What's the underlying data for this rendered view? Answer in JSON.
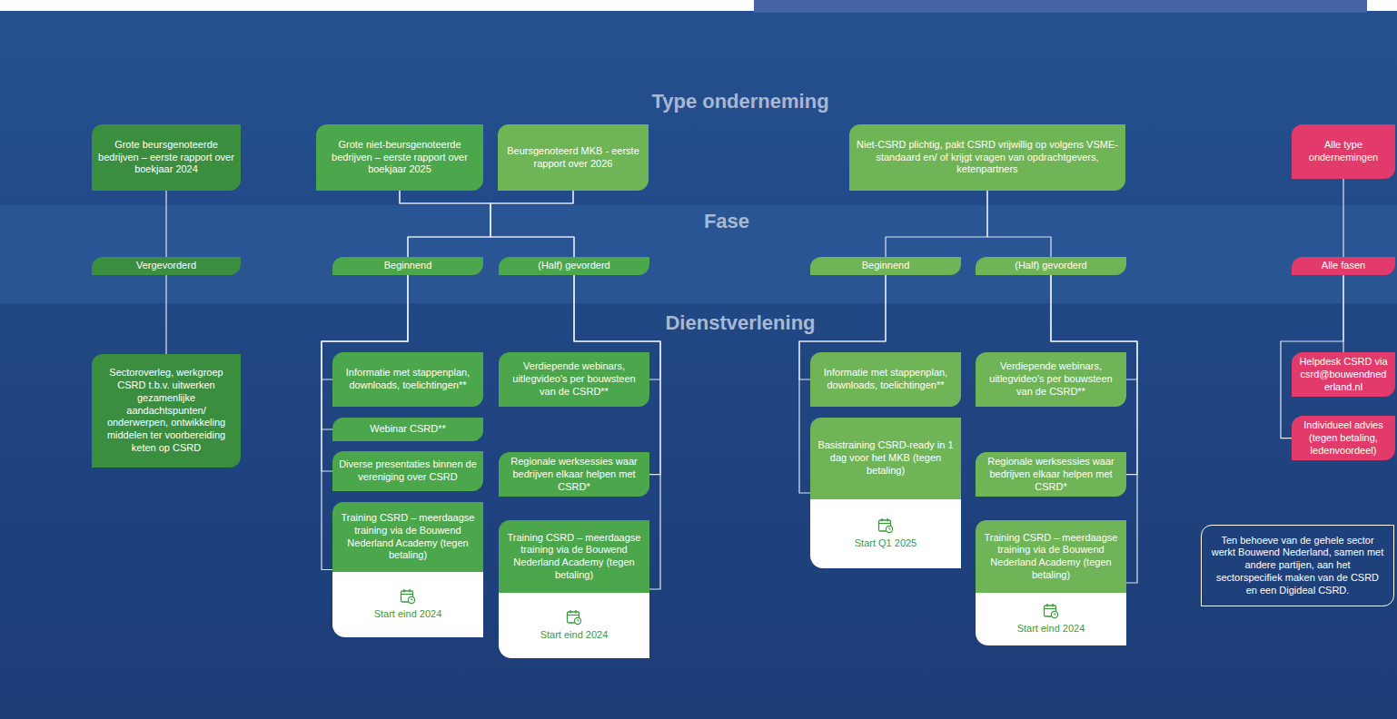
{
  "diagram": {
    "nodes": [
      {
        "text": [
          "Grote beursgenoteerde bedrijven – eerste rapport over boekjaar 2024"
        ]
      },
      {
        "text": [
          "Grote niet-beursgenoteerde bedrijven – eerste rapport over boekjaar 2025"
        ]
      },
      {
        "text": [
          "Beursgenoteerd MKB - eerste rapport over 2026"
        ]
      },
      {
        "text": [
          "Niet-CSRD plichtig, pakt CSRD vrijwillig op volgens VSME-standaard en/ of krijgt vragen van opdrachtgevers, ketenpartners"
        ]
      },
      {
        "text": [
          "Alle type ondernemingen"
        ]
      },
      {
        "text": [
          "Vergevorderd"
        ]
      },
      {
        "text": [
          "Beginnend"
        ]
      },
      {
        "text": [
          "(Half) gevorderd"
        ]
      },
      {
        "text": [
          "Beginnend"
        ]
      },
      {
        "text": [
          "(Half) gevorderd"
        ]
      },
      {
        "text": [
          "Alle fasen"
        ]
      },
      {
        "text": [
          "Sectoroverleg, werkgroep CSRD t.b.v. uitwerken gezamenlijke aandachtspunten/ onderwerpen, ontwikkeling middelen ter voorbereiding keten op CSRD"
        ]
      },
      {
        "text": [
          "Informatie met stappenplan, downloads, toelichtingen**"
        ]
      },
      {
        "text": [
          "Webinar CSRD**"
        ]
      },
      {
        "text": [
          "Diverse presentaties binnen de vereniging over CSRD"
        ]
      },
      {
        "text": [
          "Training CSRD – meerdaagse training via de Bouwend Nederland Academy (tegen betaling)",
          "Start eind 2024"
        ]
      },
      {
        "text": [
          "Verdiepende webinars, uitlegvideo's per bouwsteen van de CSRD**"
        ]
      },
      {
        "text": [
          "Regionale werksessies waar bedrijven elkaar helpen met CSRD*"
        ]
      },
      {
        "text": [
          "Training CSRD – meerdaagse training via de Bouwend Nederland Academy (tegen betaling)",
          "Start eind 2024"
        ]
      },
      {
        "text": [
          "Informatie met stappenplan, downloads, toelichtingen**"
        ]
      },
      {
        "text": [
          "Basistraining CSRD-ready in 1 dag voor het MKB (tegen betaling)",
          "Start Q1 2025"
        ]
      },
      {
        "text": [
          "Verdiepende webinars, uitlegvideo's per bouwsteen van de CSRD**"
        ]
      },
      {
        "text": [
          "Regionale werksessies waar bedrijven elkaar helpen met CSRD*"
        ]
      },
      {
        "text": [
          "Training CSRD – meerdaagse training via de Bouwend Nederland Academy (tegen betaling)",
          "Start eind 2024"
        ]
      },
      {
        "text": [
          "Helpdesk CSRD via csrd@bouwendnederland.nl"
        ]
      },
      {
        "text": [
          "Individueel advies (tegen betaling, ledenvoordeel)"
        ]
      },
      {
        "text": [
          "Ten behoeve van de gehele sector werkt Bouwend Nederland, samen met andere partijen, aan het sectorspecifiek maken van de CSRD en een Digideal CSRD."
        ]
      }
    ],
    "edges": [
      {
        "from": 0,
        "to": 5,
        "arrow": "none"
      },
      {
        "from": 5,
        "to": 11,
        "arrow": "none"
      },
      {
        "from": 1,
        "to": 6,
        "arrow": "none"
      },
      {
        "from": 1,
        "to": 7,
        "arrow": "none"
      },
      {
        "from": 2,
        "to": 6,
        "arrow": "none"
      },
      {
        "from": 2,
        "to": 7,
        "arrow": "none"
      },
      {
        "from": 6,
        "to": 12,
        "arrow": "none"
      },
      {
        "from": 6,
        "to": 13,
        "arrow": "none"
      },
      {
        "from": 6,
        "to": 14,
        "arrow": "none"
      },
      {
        "from": 6,
        "to": 15,
        "arrow": "none"
      },
      {
        "from": 7,
        "to": 16,
        "arrow": "none"
      },
      {
        "from": 7,
        "to": 17,
        "arrow": "none"
      },
      {
        "from": 7,
        "to": 18,
        "arrow": "none"
      },
      {
        "from": 3,
        "to": 8,
        "arrow": "none"
      },
      {
        "from": 3,
        "to": 9,
        "arrow": "none"
      },
      {
        "from": 8,
        "to": 19,
        "arrow": "none"
      },
      {
        "from": 8,
        "to": 20,
        "arrow": "none"
      },
      {
        "from": 9,
        "to": 21,
        "arrow": "none"
      },
      {
        "from": 9,
        "to": 22,
        "arrow": "none"
      },
      {
        "from": 9,
        "to": 23,
        "arrow": "none"
      },
      {
        "from": 4,
        "to": 10,
        "arrow": "none"
      },
      {
        "from": 10,
        "to": 24,
        "arrow": "none"
      },
      {
        "from": 10,
        "to": 25,
        "arrow": "none"
      }
    ],
    "labels": [
      "Type onderneming",
      "Fase",
      "Dienstverlening"
    ]
  }
}
